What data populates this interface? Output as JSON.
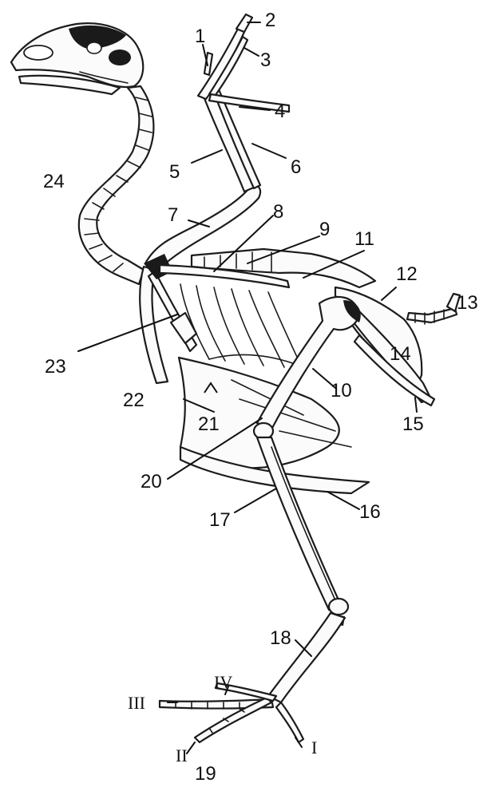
{
  "labels": {
    "l1": "1",
    "l2": "2",
    "l3": "3",
    "l4": "4",
    "l5": "5",
    "l6": "6",
    "l7": "7",
    "l8": "8",
    "l9": "9",
    "l10": "10",
    "l11": "11",
    "l12": "12",
    "l13": "13",
    "l14": "14",
    "l15": "15",
    "l16": "16",
    "l17": "17",
    "l18": "18",
    "l19": "19",
    "l20": "20",
    "l21": "21",
    "l22": "22",
    "l23": "23",
    "l24": "24",
    "toe_i": "I",
    "toe_ii": "II",
    "toe_iii": "III",
    "toe_iv": "IV"
  }
}
